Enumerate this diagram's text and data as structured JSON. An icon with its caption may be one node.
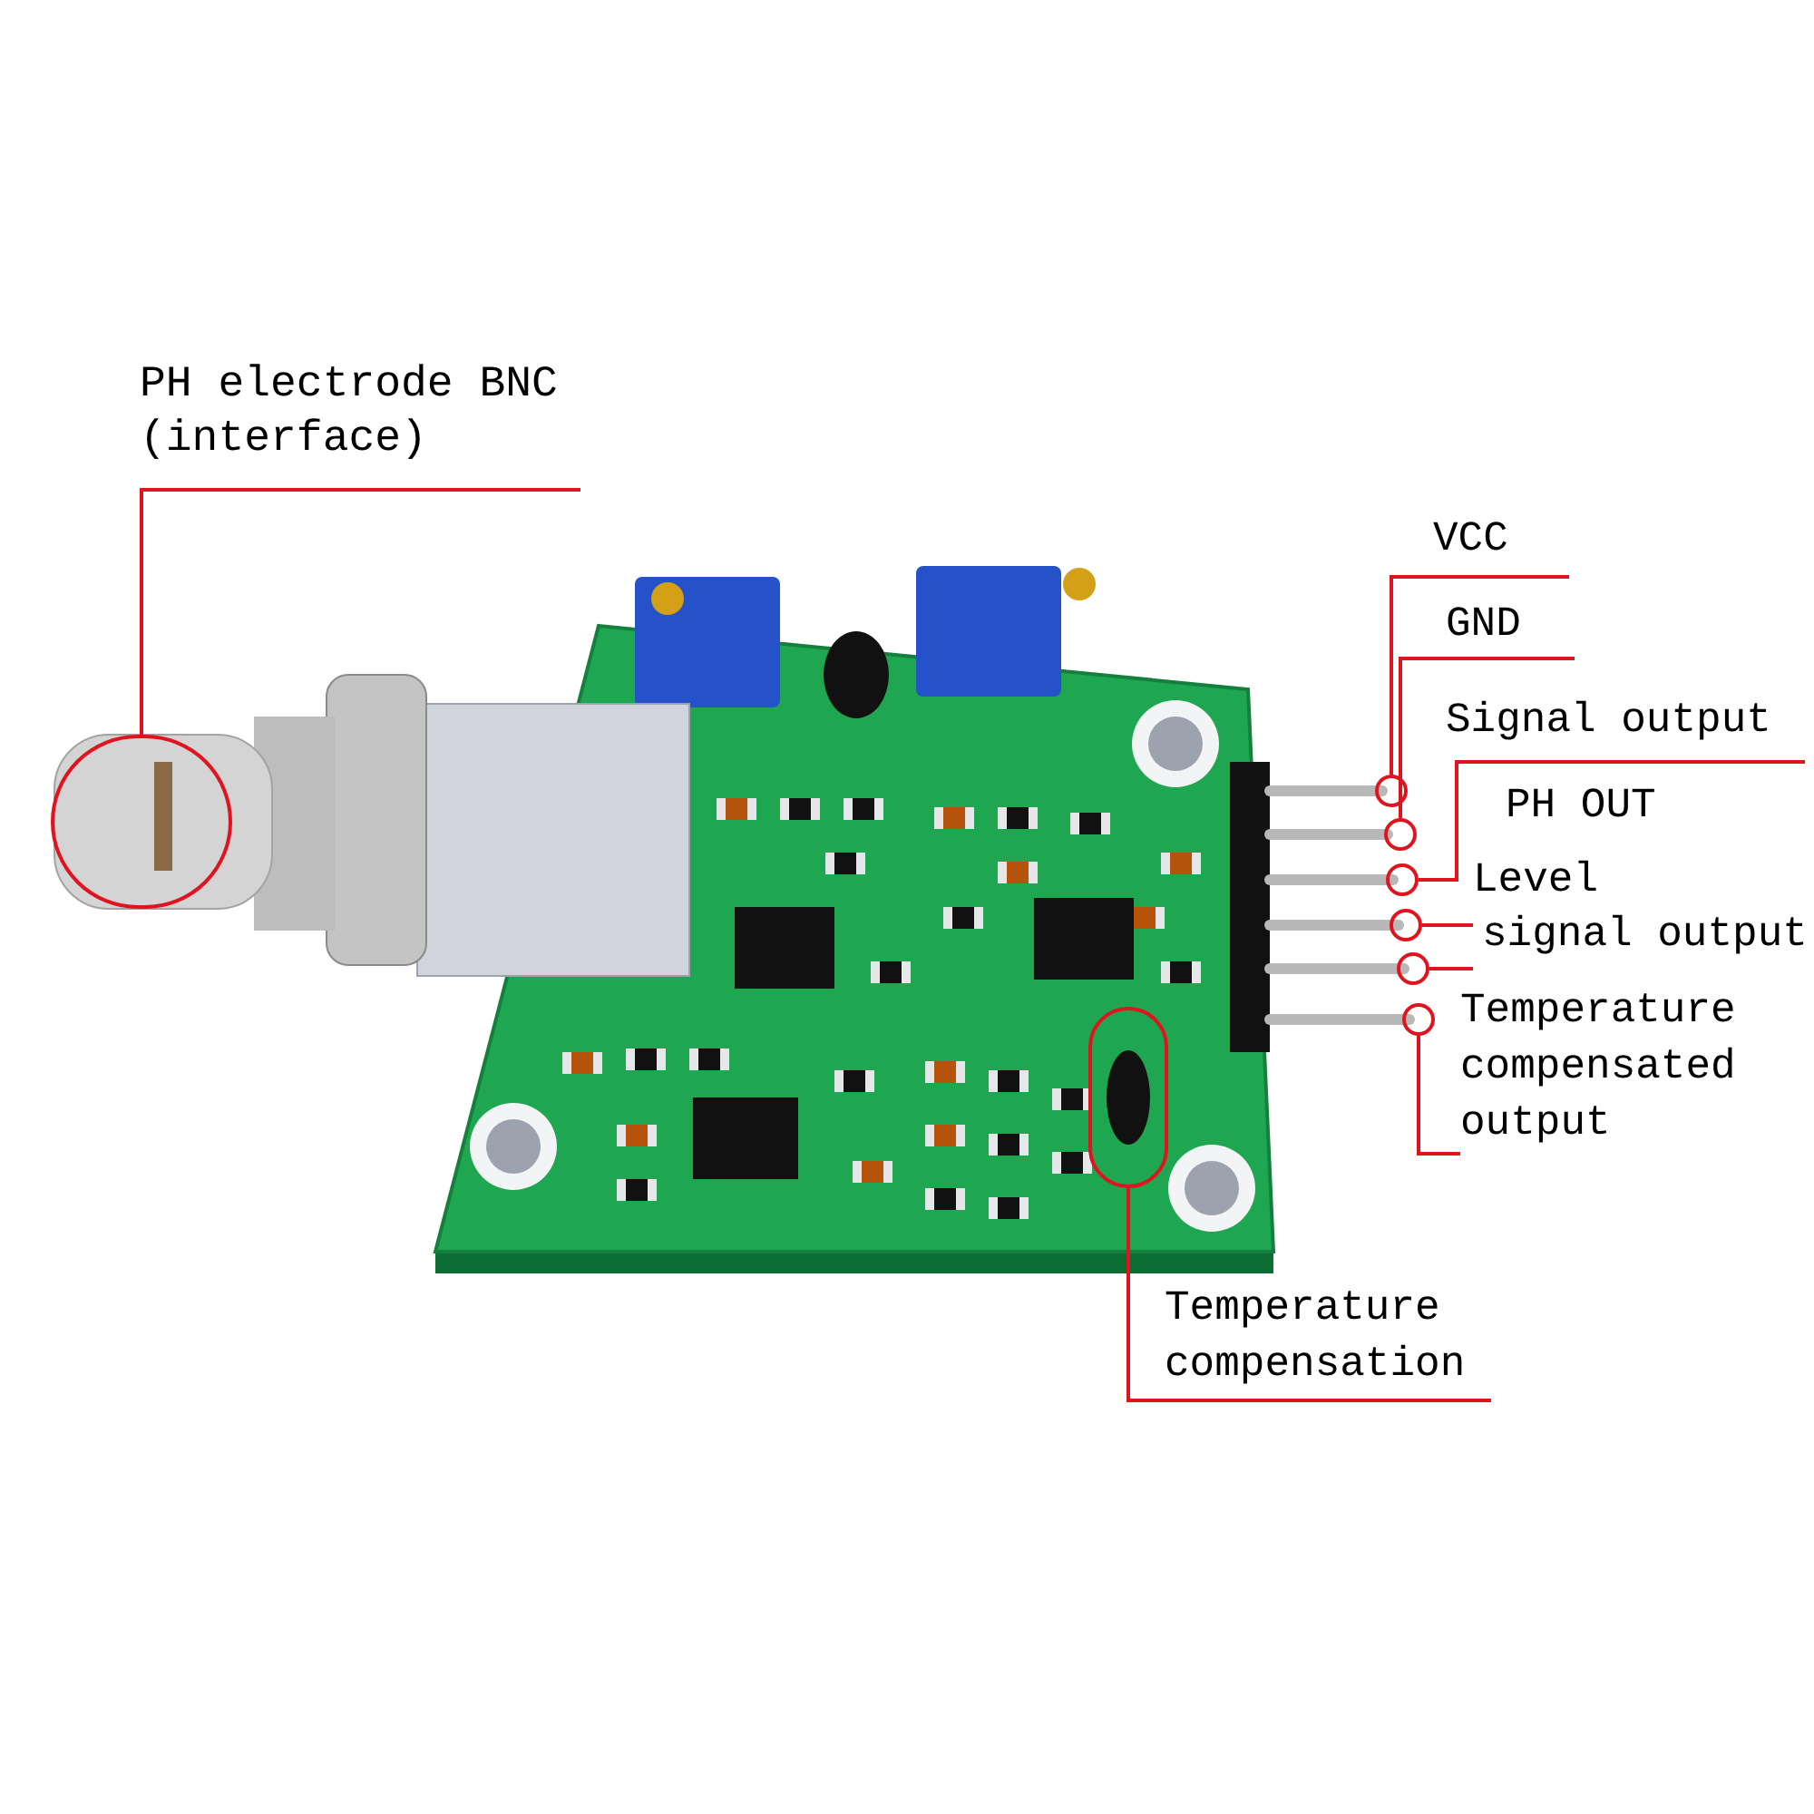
{
  "diagram": {
    "nodes": [
      {
        "text": [
          "PH electrode BNC (interface)"
        ]
      },
      {
        "text": [],
        "shape": "circle"
      },
      {
        "text": [
          "VCC"
        ]
      },
      {
        "text": [
          "GND"
        ]
      },
      {
        "text": [
          "Signal output"
        ]
      },
      {
        "text": [
          "Level",
          "signal output"
        ]
      },
      {
        "text": [
          "Temperature compensated output"
        ]
      },
      {
        "text": [
          "Temperature compensation"
        ]
      },
      {
        "text": [],
        "shape": "circle"
      },
      {
        "text": [],
        "shape": "circle"
      },
      {
        "text": [],
        "shape": "circle"
      },
      {
        "text": [],
        "shape": "circle"
      },
      {
        "text": [],
        "shape": "circle"
      },
      {
        "text": [],
        "shape": "circle"
      },
      {
        "text": [],
        "shape": "circle"
      }
    ],
    "edges": [
      {
        "from": 0,
        "to": 1,
        "arrow": "none"
      },
      {
        "from": 2,
        "to": 8,
        "arrow": "none"
      },
      {
        "from": 3,
        "to": 9,
        "arrow": "none"
      },
      {
        "from": 4,
        "to": 10,
        "arrow": "none"
      },
      {
        "from": 5,
        "to": 11,
        "arrow": "none"
      },
      {
        "from": 5,
        "to": 12,
        "arrow": "none"
      },
      {
        "from": 6,
        "to": 13,
        "arrow": "none"
      },
      {
        "from": 7,
        "to": 14,
        "arrow": "none"
      }
    ],
    "labels": [
      "PH OUT"
    ]
  }
}
